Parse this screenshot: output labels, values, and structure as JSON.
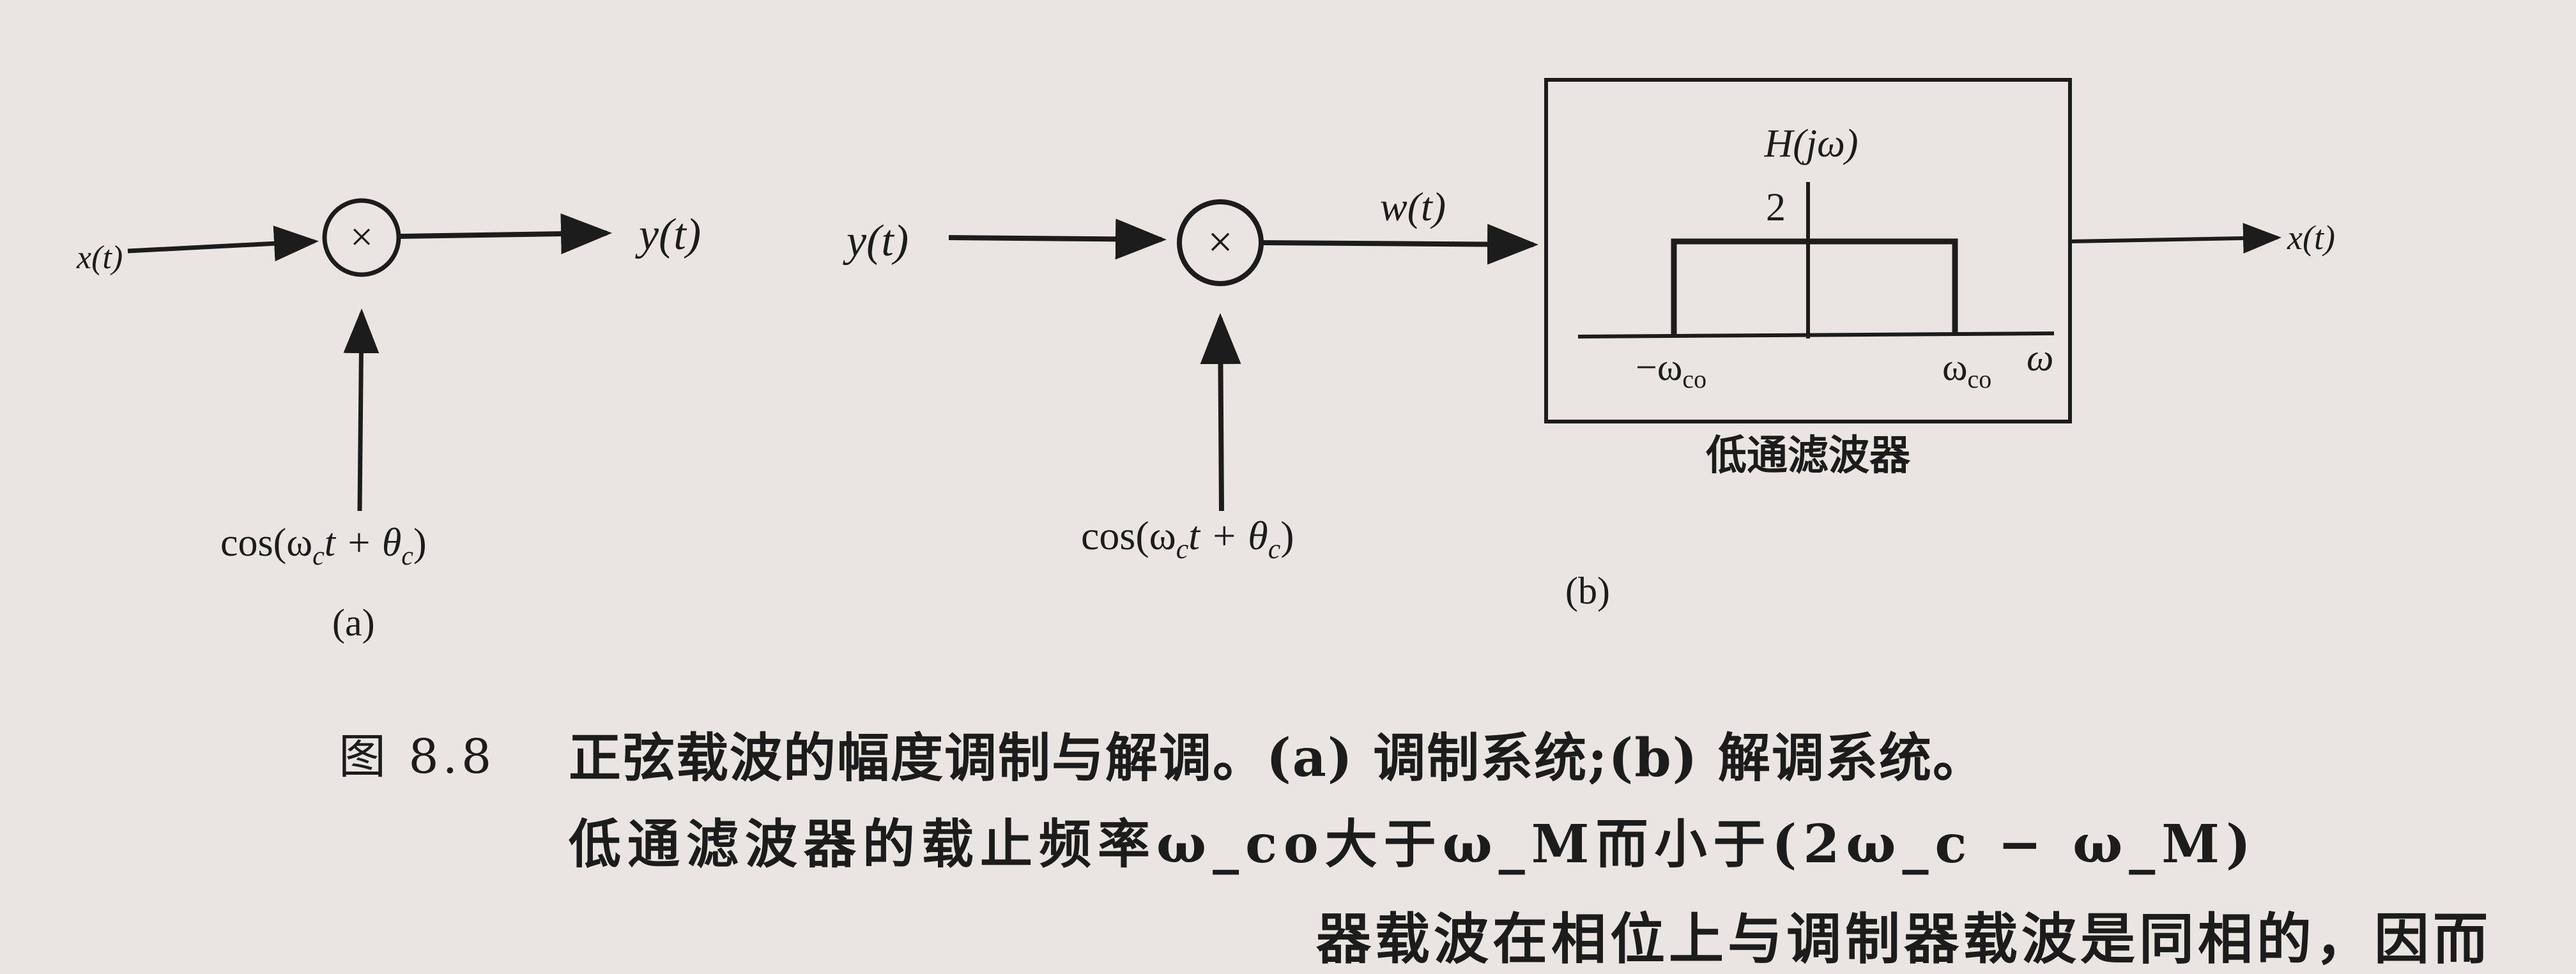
{
  "diagram_a": {
    "input": "x(t)",
    "multiplier": "×",
    "output": "y(t)",
    "carrier": "cos(ω",
    "carrier_sub": "c",
    "carrier_mid": "t + θ",
    "carrier_sub2": "c",
    "carrier_end": ")",
    "label": "(a)"
  },
  "diagram_b": {
    "input": "y(t)",
    "multiplier": "×",
    "mid_signal": "w(t)",
    "carrier": "cos(ω",
    "carrier_sub": "c",
    "carrier_mid": "t + θ",
    "carrier_sub2": "c",
    "carrier_end": ")",
    "output": "x(t)",
    "filter_title": "H(jω)",
    "filter_gain": "2",
    "cutoff_neg": "−ω",
    "cutoff_pos": "ω",
    "cutoff_sub": "co",
    "axis_label": "ω",
    "filter_name": "低通滤波器",
    "label": "(b)"
  },
  "caption": {
    "fig_number": "图 8.8",
    "line1": "正弦载波的幅度调制与解调。(a) 调制系统;(b) 解调系统。",
    "line2": "低通滤波器的载止频率ω_co大于ω_M而小于(2ω_c − ω_M)",
    "line3_partial": "器载波在相位上与调制器载波是同相的，因而"
  }
}
